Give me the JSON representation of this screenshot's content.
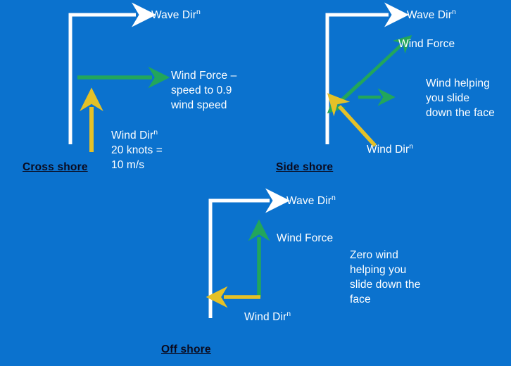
{
  "figure": {
    "background_color": "#0b72ce",
    "wave_color": "#ffffff",
    "wind_force_color": "#22a65b",
    "wind_dir_color": "#e5c127",
    "title_color": "#0a0a1e",
    "text_color": "#ffffff"
  },
  "panels": [
    {
      "id": "cross-shore",
      "title": "Cross shore",
      "wave_label": "Wave Dir",
      "wave_label_sup": "n",
      "wind_force_label": "Wind Force –\nspeed to 0.9\nwind speed",
      "wind_dir_label": "Wind Dir",
      "wind_dir_sup": "n",
      "wind_dir_detail": "20 knots =\n10 m/s"
    },
    {
      "id": "side-shore",
      "title": "Side shore",
      "wave_label": "Wave Dir",
      "wave_label_sup": "n",
      "wind_force_label": "Wind Force",
      "note_label": "Wind helping\nyou slide\ndown the face",
      "wind_dir_label": "Wind Dir",
      "wind_dir_sup": "n"
    },
    {
      "id": "off-shore",
      "title": "Off shore",
      "wave_label": "Wave Dir",
      "wave_label_sup": "n",
      "wind_force_label": "Wind Force",
      "note_label": "Zero wind\nhelping you\nslide down the\nface",
      "wind_dir_label": "Wind Dir",
      "wind_dir_sup": "n"
    }
  ],
  "icons": {
    "wave_arrow": "wave-direction-arrow",
    "wind_force_arrow": "wind-force-arrow",
    "wind_dir_arrow": "wind-direction-arrow",
    "resultant_arrow": "resultant-component-arrow"
  }
}
